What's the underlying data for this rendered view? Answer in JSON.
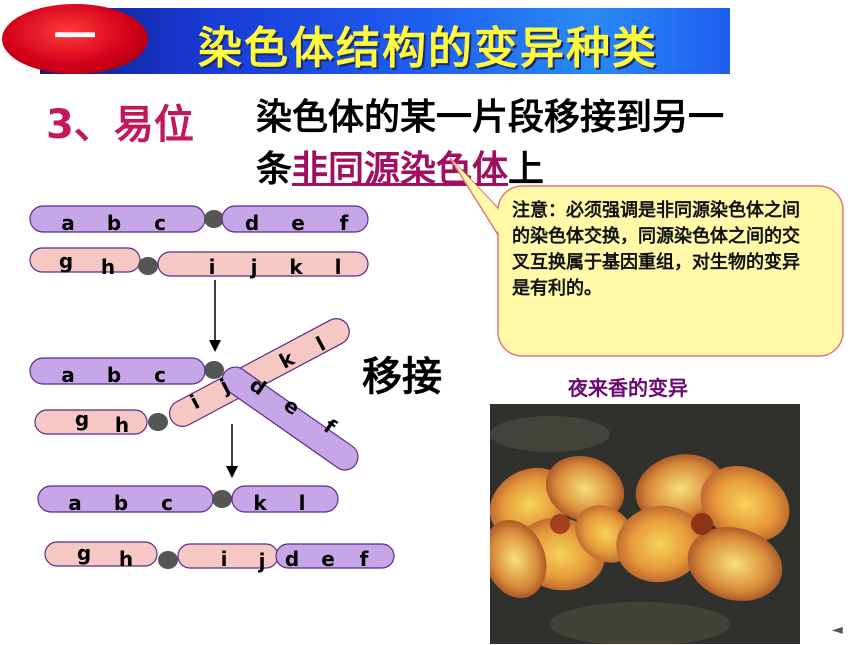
{
  "header": {
    "badge": "一",
    "title": "染色体结构的变异种类"
  },
  "section": {
    "title": "3、易位"
  },
  "definition": {
    "line1": "染色体的某一片段移接到另一",
    "line2_pre": "条",
    "line2_highlight": "非同源染色体",
    "line2_post": "上"
  },
  "callout": {
    "text": "注意：必须强调是非同源染色体之间的染色体交换，同源染色体之间的交叉互换属于基因重组，对生物的变异是有利的。"
  },
  "diagram": {
    "stage1": {
      "chrom1_left": [
        "a",
        "b",
        "c"
      ],
      "chrom1_right": [
        "d",
        "e",
        "f"
      ],
      "chrom2_left": [
        "g",
        "h"
      ],
      "chrom2_right": [
        "i",
        "j",
        "k",
        "l"
      ]
    },
    "stage2_label": "移接",
    "stage2": {
      "chrom1_left": [
        "a",
        "b",
        "c"
      ],
      "chrom2_left": [
        "g",
        "h"
      ],
      "cross_upper": [
        "i",
        "j",
        "k",
        "l"
      ],
      "cross_lower": [
        "d",
        "e",
        "f"
      ]
    },
    "stage3": {
      "chrom1_left": [
        "a",
        "b",
        "c"
      ],
      "chrom1_right": [
        "k",
        "l"
      ],
      "chrom2_left": [
        "g",
        "h"
      ],
      "chrom2_mid": [
        "i",
        "j"
      ],
      "chrom2_right": [
        "d",
        "e",
        "f"
      ]
    },
    "colors": {
      "purple": "#c7a6e8",
      "pink": "#f6c8c4",
      "stroke": "#5a2a8a",
      "centromere": "#555555"
    }
  },
  "photo": {
    "caption": "夜来香的变异"
  },
  "nav": {
    "arrow": "◄"
  }
}
